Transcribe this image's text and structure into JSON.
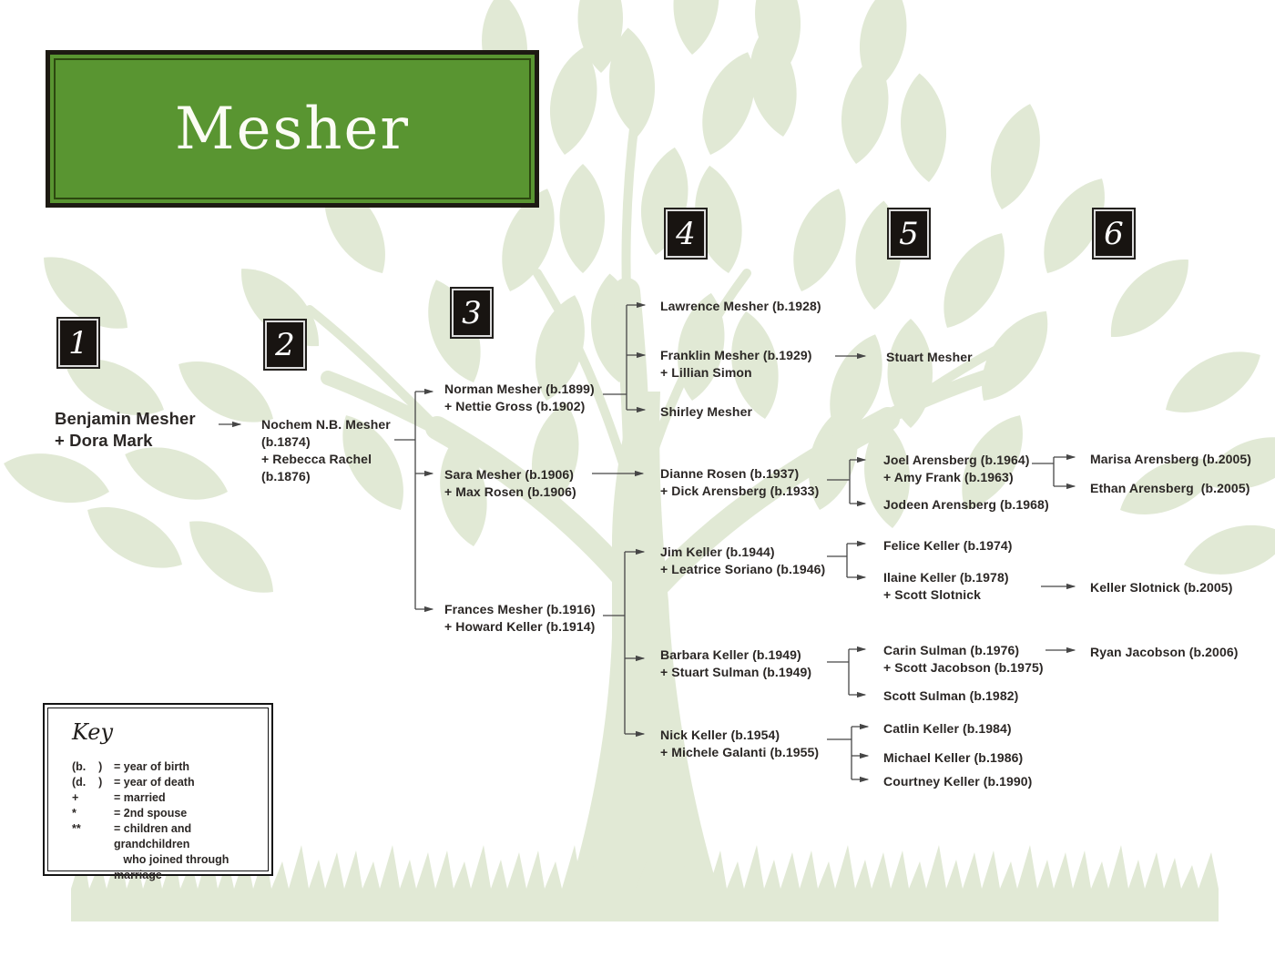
{
  "title": {
    "family_name": "Mesher"
  },
  "generations": {
    "g1": "1",
    "g2": "2",
    "g3": "3",
    "g4": "4",
    "g5": "5",
    "g6": "6"
  },
  "people": {
    "benjamin": "Benjamin Mesher\n+ Dora Mark",
    "nochem": "Nochem N.B. Mesher\n(b.1874)\n+ Rebecca Rachel\n(b.1876)",
    "norman": "Norman Mesher (b.1899)\n+ Nettie Gross (b.1902)",
    "sara": "Sara Mesher (b.1906)\n+ Max Rosen (b.1906)",
    "frances": "Frances Mesher (b.1916)\n+ Howard Keller (b.1914)",
    "lawrence": "Lawrence Mesher (b.1928)",
    "franklin": "Franklin Mesher (b.1929)\n+ Lillian Simon",
    "shirley": "Shirley Mesher",
    "stuart_mesher": "Stuart Mesher",
    "dianne": "Dianne Rosen (b.1937)\n+ Dick Arensberg (b.1933)",
    "joel": "Joel Arensberg (b.1964)\n+ Amy Frank (b.1963)",
    "jodeen": "Jodeen Arensberg (b.1968)",
    "marisa": "Marisa Arensberg (b.2005)",
    "ethan": "Ethan Arensberg  (b.2005)",
    "jim": "Jim Keller (b.1944)\n+ Leatrice Soriano (b.1946)",
    "felice": "Felice Keller (b.1974)",
    "ilaine": "Ilaine Keller (b.1978)\n+ Scott Slotnick",
    "keller_slotnick": "Keller Slotnick (b.2005)",
    "barbara": "Barbara Keller (b.1949)\n+ Stuart Sulman (b.1949)",
    "carin": "Carin Sulman (b.1976)\n+ Scott Jacobson (b.1975)",
    "scott_sulman": "Scott Sulman (b.1982)",
    "ryan": "Ryan Jacobson (b.2006)",
    "nick": "Nick Keller (b.1954)\n+ Michele Galanti (b.1955)",
    "catlin": "Catlin Keller (b.1984)",
    "michael": "Michael Keller (b.1986)",
    "courtney": "Courtney Keller (b.1990)"
  },
  "key": {
    "heading": "Key",
    "entries": [
      {
        "symbol": "(b.    )",
        "definition": "= year of birth"
      },
      {
        "symbol": "(d.    )",
        "definition": "= year of death"
      },
      {
        "symbol": "+",
        "definition": "= married"
      },
      {
        "symbol": "*",
        "definition": "= 2nd spouse"
      },
      {
        "symbol": "**",
        "definition": "= children and grandchildren\n   who joined through marriage"
      }
    ]
  },
  "colors": {
    "banner_green": "#599531",
    "banner_border_black": "#1d1a12",
    "tree_leaf_green": "#e1e9d5",
    "text_black": "#2b2725",
    "connector_gray": "#464646",
    "marker_black": "#181411"
  }
}
